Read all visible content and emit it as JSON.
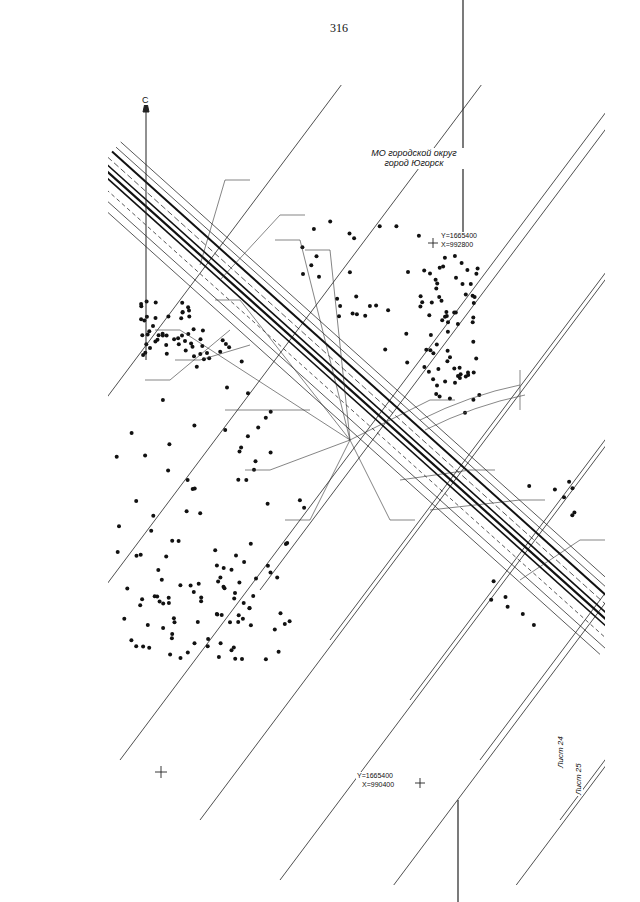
{
  "diagram": {
    "labels": [
      "316",
      "С",
      "МО городской округ город Югорск",
      "Y=1665400",
      "X=992800",
      "Y=1665400",
      "X=990400",
      "Лист 24",
      "Лист 25"
    ]
  }
}
